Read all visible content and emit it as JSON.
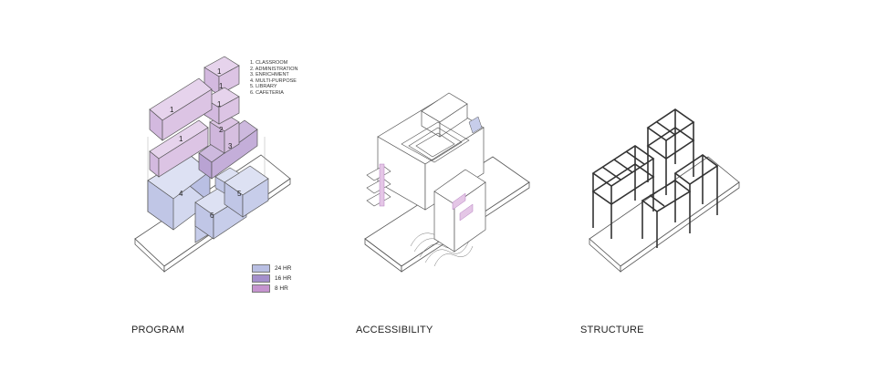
{
  "panels": {
    "program": {
      "caption": "PROGRAM"
    },
    "accessibility": {
      "caption": "ACCESSIBILITY"
    },
    "structure": {
      "caption": "STRUCTURE"
    }
  },
  "program_legend": [
    "1. CLASSROOM",
    "2. ADMINISTRATION",
    "3. ENRICHMENT",
    "4. MULTI-PURPOSE",
    "5. LIBRARY",
    "6. CAFETERIA"
  ],
  "hours_legend": [
    {
      "label": "24 HR",
      "color": "#b9bfe3"
    },
    {
      "label": "16 HR",
      "color": "#a48fcc"
    },
    {
      "label": "8 HR",
      "color": "#c594cf"
    }
  ],
  "mass_numbers": [
    "1",
    "1",
    "1",
    "1",
    "1",
    "2",
    "3",
    "4",
    "5",
    "6"
  ],
  "colors": {
    "lilac": "#dcc4e4",
    "purple": "#c9b4dc",
    "blue": "#c7cdea",
    "line": "#555555"
  }
}
